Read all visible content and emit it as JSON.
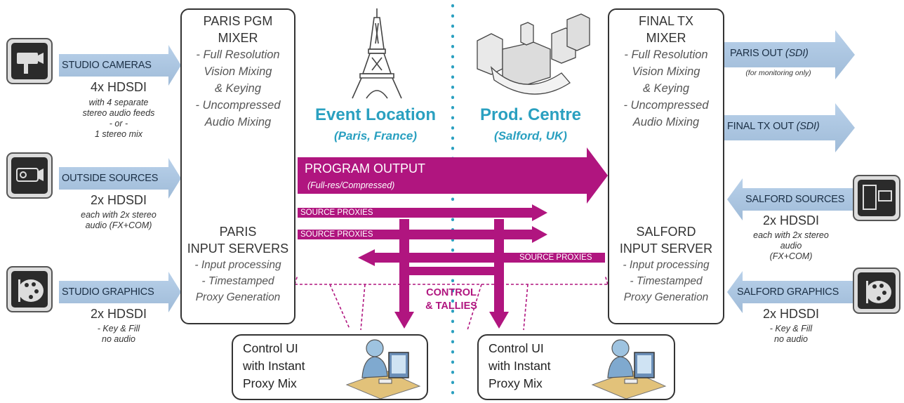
{
  "left_inputs": [
    {
      "label": "STUDIO CAMERAS",
      "spec": "4x HDSDI",
      "notes": [
        "with 4 separate",
        "stereo audio feeds",
        "- or -",
        "1 stereo mix"
      ],
      "icon": "studio-camera-icon"
    },
    {
      "label": "OUTSIDE SOURCES",
      "spec": "2x HDSDI",
      "notes": [
        "each with 2x stereo",
        "audio (FX+COM)"
      ],
      "icon": "outside-camera-icon"
    },
    {
      "label": "STUDIO GRAPHICS",
      "spec": "2x HDSDI",
      "notes": [
        "- Key & Fill",
        "no audio"
      ],
      "icon": "graphics-palette-icon"
    }
  ],
  "right_inputs": [
    {
      "label": "SALFORD SOURCES",
      "spec": "2x HDSDI",
      "notes": [
        "each with 2x stereo",
        "audio",
        "(FX+COM)"
      ],
      "icon": "file-browser-icon"
    },
    {
      "label": "SALFORD GRAPHICS",
      "spec": "2x HDSDI",
      "notes": [
        "- Key & Fill",
        "no audio"
      ],
      "icon": "graphics-palette-icon"
    }
  ],
  "outputs": [
    {
      "label": "PARIS OUT",
      "qualifier": "(SDI)",
      "note": "(for monitoring only)"
    },
    {
      "label": "FINAL TX OUT",
      "qualifier": "(SDI)",
      "note": ""
    }
  ],
  "paris_mixer": {
    "title": [
      "PARIS PGM",
      "MIXER"
    ],
    "items": [
      "- Full Resolution",
      "Vision Mixing",
      "& Keying",
      "- Uncompressed",
      "Audio Mixing"
    ]
  },
  "paris_server": {
    "title": [
      "PARIS",
      "INPUT SERVERS"
    ],
    "items": [
      "- Input processing",
      "- Timestamped",
      "Proxy Generation"
    ]
  },
  "final_mixer": {
    "title": [
      "FINAL TX",
      "MIXER"
    ],
    "items": [
      "- Full Resolution",
      "Vision Mixing",
      "& Keying",
      "- Uncompressed",
      "Audio Mixing"
    ]
  },
  "salford_server": {
    "title": [
      "SALFORD",
      "INPUT SERVER"
    ],
    "items": [
      "- Input processing",
      "- Timestamped",
      "Proxy Generation"
    ]
  },
  "locations": {
    "event": {
      "title": "Event Location",
      "subtitle": "(Paris, France)"
    },
    "prod": {
      "title": "Prod. Centre",
      "subtitle": "(Salford, UK)"
    }
  },
  "flows": {
    "program_output": "PROGRAM OUTPUT",
    "program_output_sub": "(Full-res/Compressed)",
    "source_proxies": "SOURCE PROXIES",
    "control_tallies": [
      "CONTROL",
      "& TALLIES"
    ]
  },
  "control_ui": [
    "Control UI",
    "with Instant",
    "Proxy Mix"
  ],
  "colors": {
    "magenta": "#b0157f",
    "input_arrow": "#aac4df",
    "accent_blue": "#2aa0c0",
    "box_border": "#333333"
  }
}
